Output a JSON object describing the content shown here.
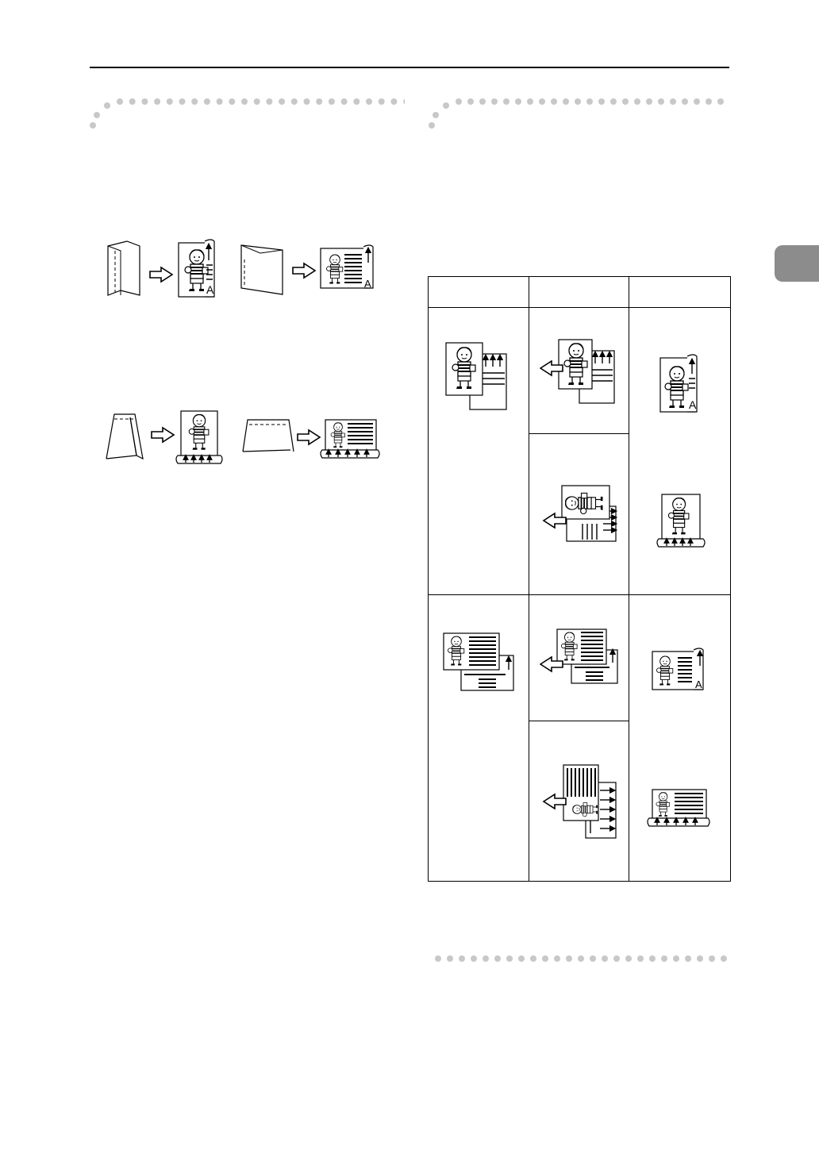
{
  "page": {
    "header_rule": "top-rule",
    "side_tab_color": "#8c8c8c"
  },
  "table": {
    "headers": [
      "",
      "",
      ""
    ],
    "rows": [
      {
        "original": "portrait-original-pair",
        "placement": [
          "portrait-left-arrow",
          "rotated-left-arrow"
        ],
        "result": [
          "left-bound-portrait",
          "top-bound-portrait"
        ]
      },
      {
        "original": "landscape-original-pair",
        "placement": [
          "landscape-left-arrow",
          "rotated-landscape-left-arrow"
        ],
        "result": [
          "left-bound-landscape",
          "top-bound-landscape"
        ]
      }
    ]
  },
  "figures": {
    "top_left": "vertical-fold-to-portrait-booklet",
    "top_right": "horizontal-fold-to-landscape-booklet",
    "bottom_left": "tent-fold-to-portrait-top-bound",
    "bottom_right": "tent-fold-to-landscape-top-bound"
  }
}
